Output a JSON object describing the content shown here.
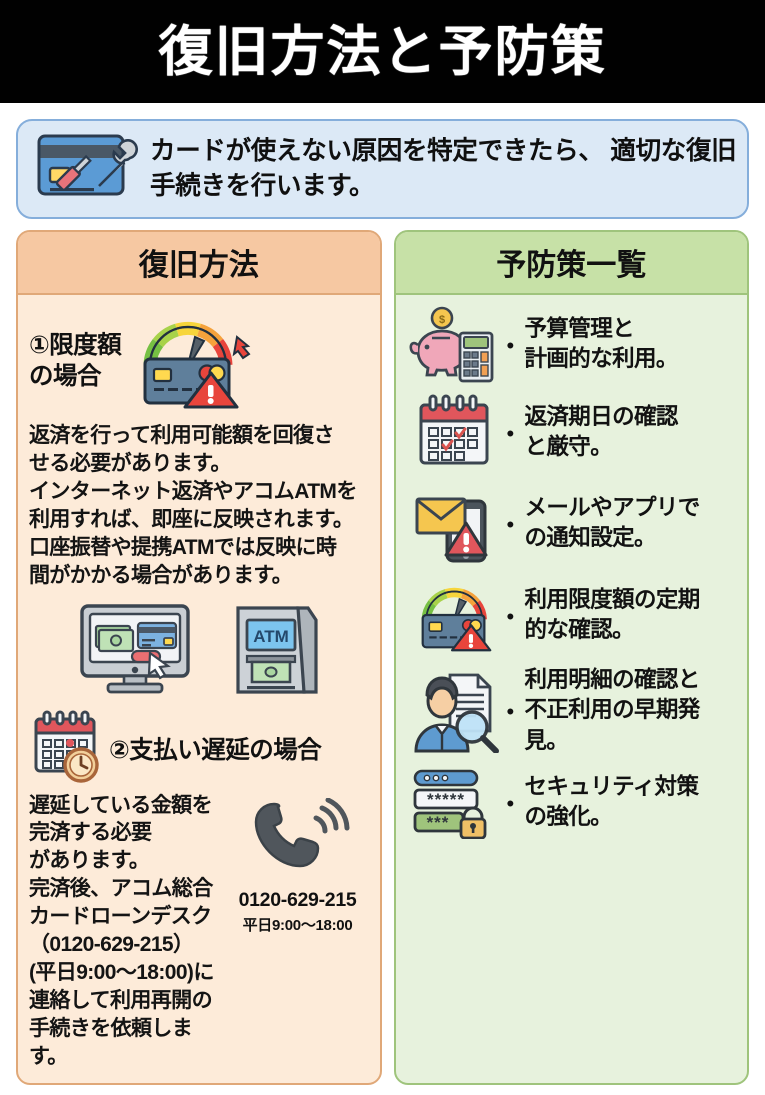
{
  "header": {
    "title": "復旧方法と予防策",
    "title_bg": "#010101",
    "title_color": "#ffffff"
  },
  "intro": {
    "icon": "credit-card-wrench-icon",
    "lines": "カードが使えない原因を特定できたら、\n適切な復旧手続きを行います。",
    "bg": "#dce9f6",
    "border": "#85aedb"
  },
  "left_panel": {
    "header": "復旧方法",
    "header_bg": "#f6c8a2",
    "body_bg": "#fdebd9",
    "border": "#e0a878",
    "section1": {
      "number_title": "①限度額\nの場合",
      "icon": "credit-limit-gauge-warning-icon",
      "text": "返済を行って利用可能額を回復さ\nせる必要があります。\nインターネット返済やアコムATMを\n利用すれば、即座に反映されます。\n口座振替や提携ATMでは反映に時\n間がかかる場合があります。",
      "icons": [
        "online-payment-monitor-icon",
        "atm-machine-icon"
      ],
      "atm_label": "ATM"
    },
    "section2": {
      "icon": "calendar-clock-icon",
      "number_title": "②支払い遅延の場合",
      "text": "遅延している金額を完済する必要\nがあります。\n完済後、アコム総合\nカードローンデスク\n（0120-629-215）\n(平日9:00〜18:00)に\n連絡して利用再開の\n手続きを依頼します。",
      "phone_icon": "ringing-phone-icon",
      "phone_number": "0120-629-215",
      "phone_hours": "平日9:00〜18:00"
    }
  },
  "right_panel": {
    "header": "予防策一覧",
    "header_bg": "#c7e1a7",
    "body_bg": "#e7f2dd",
    "border": "#9fc47c",
    "bullet": "•",
    "items": [
      {
        "icon": "piggy-bank-calculator-icon",
        "text": "予算管理と\n計画的な利用。"
      },
      {
        "icon": "calendar-check-icon",
        "text": "返済期日の確認\nと厳守。"
      },
      {
        "icon": "mail-phone-alert-icon",
        "text": "メールやアプリで\nの通知設定。"
      },
      {
        "icon": "credit-limit-gauge-warning-icon",
        "text": "利用限度額の定期\n的な確認。"
      },
      {
        "icon": "person-document-magnifier-icon",
        "text": "利用明細の確認と\n不正利用の早期発\n見。"
      },
      {
        "icon": "password-lock-security-icon",
        "text": "セキュリティ対策\nの強化。"
      }
    ]
  }
}
